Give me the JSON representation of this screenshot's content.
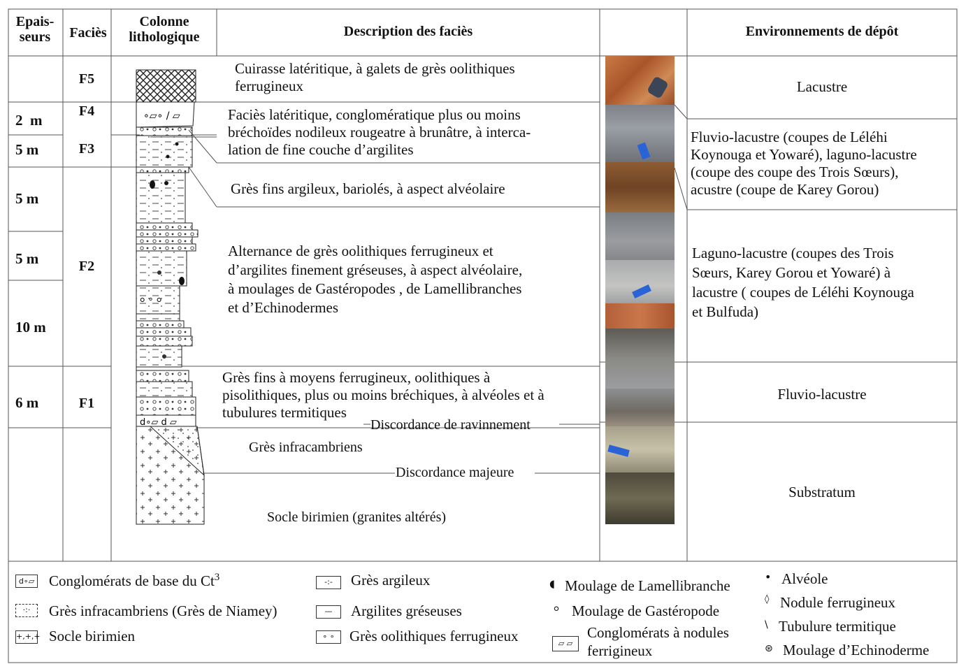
{
  "headers": {
    "thickness": [
      "Epais-",
      "seurs"
    ],
    "facies": "Faciès",
    "column": [
      "Colonne",
      "lithologique"
    ],
    "description": "Description des faciès",
    "environment": "Environnements de dépôt"
  },
  "rows": [
    {
      "thickness": "",
      "facies": "F5",
      "description": [
        "Cuirasse latéritique, à galets de grès oolithiques",
        "ferrugineux"
      ]
    },
    {
      "thickness": "2  m",
      "facies": "F4",
      "description": [
        "Faciès latéritique,  conglomératique plus ou moins",
        "bréchoïdes nodileux rougeatre à brunâtre, à interca-",
        "lation de fine couche d’argilites"
      ]
    },
    {
      "thickness": "5 m",
      "facies": "F3",
      "description": [
        "Grès fins argileux, bariolés, à aspect alvéolaire"
      ]
    },
    {
      "thickness": "5 m",
      "facies": "F2",
      "description": [
        "Alternance de grès oolithiques ferrugineux et",
        "d’argilites finement gréseuses,  à aspect alvéolaire,",
        "à moulages de Gastéropodes  , de Lamellibranches",
        "et d’Echinodermes"
      ]
    },
    {
      "thickness": "5 m",
      "facies": "",
      "description": []
    },
    {
      "thickness": "10 m",
      "facies": "",
      "description": []
    },
    {
      "thickness": "6 m",
      "facies": "F1",
      "description": [
        "Grès fins à moyens ferrugineux, oolithiques à",
        "pisolithiques, plus ou moins bréchiques, à alvéoles et à",
        "tubulures termitiques"
      ]
    }
  ],
  "annotations": {
    "discordance_ravinnement": "Discordance de ravinnement",
    "gres_infracambriens": "Grès infracambriens",
    "discordance_majeure": "Discordance majeure",
    "socle": "Socle birimien (granites altérés)"
  },
  "environments": {
    "lacustre": "Lacustre",
    "fluvio_laguno": [
      "Fluvio-lacustre (coupes de Léléhi",
      "Koynouga et  Yowaré), laguno-lacustre",
      "(coupe des coupe des Trois Sœurs),",
      "acustre (coupe de Karey Gorou)"
    ],
    "laguno_lacustre": [
      "Laguno-lacustre (coupes des Trois",
      "Sœurs, Karey Gorou et Yowaré) à",
      "lacustre ( coupes de Léléhi Koynouga",
      "et Bulfuda)"
    ],
    "fluvio": "Fluvio-lacustre",
    "substratum": "Substratum"
  },
  "legend": {
    "col1": [
      "Conglomérats de base du Ct",
      "Grès infracambriens (Grès de Niamey)",
      "Socle birimien"
    ],
    "superscript": "3",
    "col2": [
      "Grès argileux",
      "Argilites gréseuses",
      "Grès oolithiques ferrugineux"
    ],
    "col3": [
      "Moulage de Lamellibranche",
      "Moulage de Gastéropode",
      "Conglomérats à nodules",
      "ferrigineux"
    ],
    "col4": [
      "Alvéole",
      "Nodule ferrugineux",
      "Tubulure termitique",
      "Moulage d’Echinoderme"
    ],
    "symbols": {
      "congl_base": "d∘▱",
      "infracamb": "·:·",
      "socle": "+,+,+",
      "gres_arg": "-:-",
      "argilites": "—",
      "oolith": "∘ ∘",
      "lamellibranche": "◖",
      "gasteropode": "ߋ",
      "congl_nod": "▱ ▱",
      "alveole": "•",
      "nodule": "◊",
      "tubulure": "\\",
      "echinoderme": "⊛"
    }
  },
  "colors": {
    "photo_laterite": "#b8673a",
    "photo_grey": "#8b8f95",
    "photo_brown": "#8a5a32",
    "photo_blue_marker": "#2a63d6"
  }
}
